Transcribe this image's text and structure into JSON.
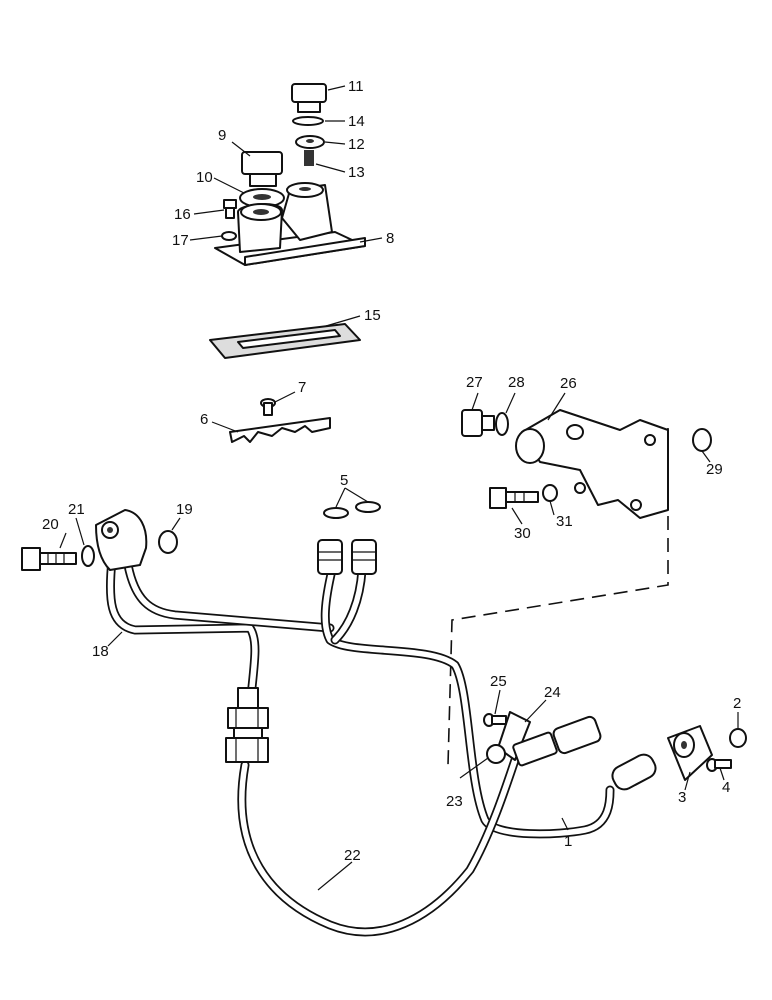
{
  "callouts": {
    "c1": "1",
    "c2": "2",
    "c3": "3",
    "c4": "4",
    "c5": "5",
    "c6": "6",
    "c7": "7",
    "c8": "8",
    "c9": "9",
    "c10": "10",
    "c11": "11",
    "c12": "12",
    "c13": "13",
    "c14": "14",
    "c15": "15",
    "c16": "16",
    "c17": "17",
    "c18": "18",
    "c19": "19",
    "c20": "20",
    "c21": "21",
    "c22": "22",
    "c23": "23",
    "c24": "24",
    "c25": "25",
    "c26": "26",
    "c27": "27",
    "c28": "28",
    "c29": "29",
    "c30": "30",
    "c31": "31"
  },
  "colors": {
    "line": "#111111",
    "background": "#ffffff"
  }
}
